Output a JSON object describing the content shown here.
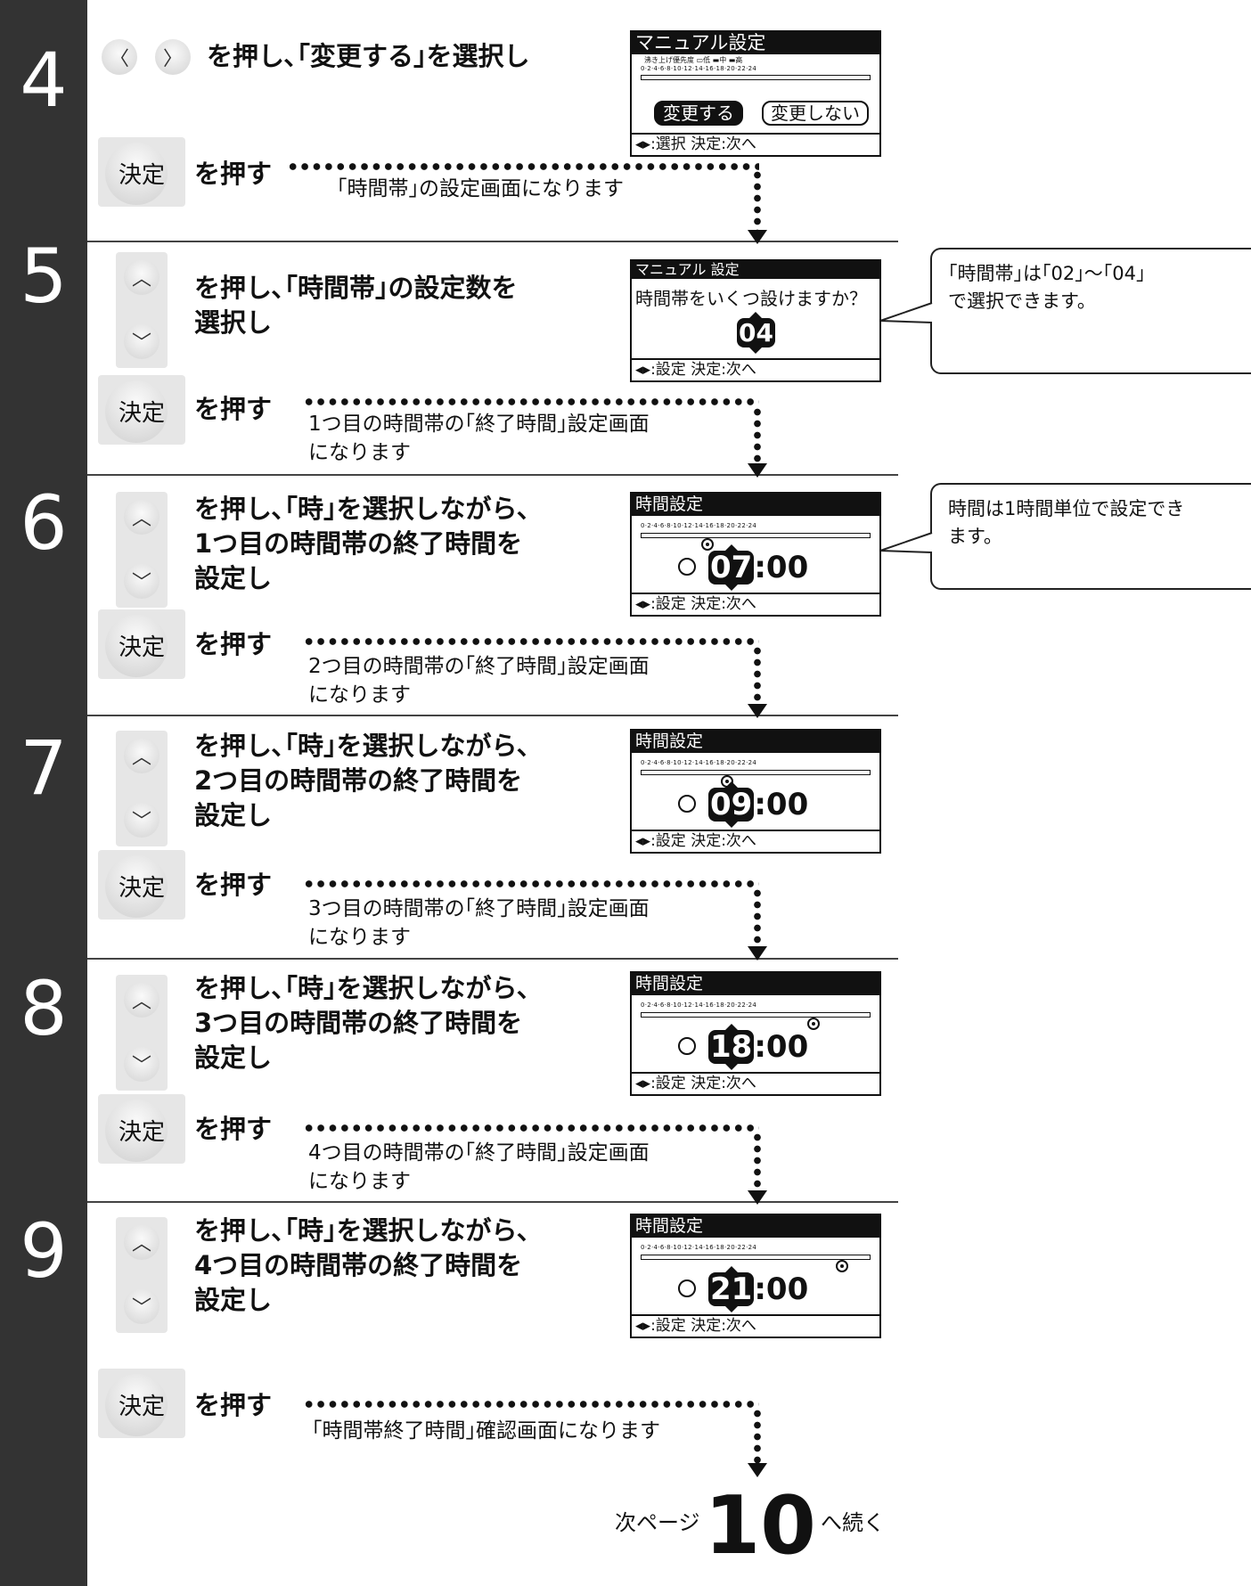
{
  "steps": [
    {
      "number": "4",
      "instruction_lines": [
        "を押し､｢変更する｣を選択し"
      ],
      "press": "を押す",
      "result": "｢時間帯｣の設定画面になります"
    },
    {
      "number": "5",
      "instruction_lines": [
        "を押し､｢時間帯｣の設定数を",
        "選択し"
      ],
      "press": "を押す",
      "result_lines": [
        "1つ目の時間帯の｢終了時間｣設定画面",
        "になります"
      ]
    },
    {
      "number": "6",
      "instruction_lines": [
        "を押し､｢時｣を選択しながら､",
        "1つ目の時間帯の終了時間を",
        "設定し"
      ],
      "press": "を押す",
      "result_lines": [
        "2つ目の時間帯の｢終了時間｣設定画面",
        "になります"
      ]
    },
    {
      "number": "7",
      "instruction_lines": [
        "を押し､｢時｣を選択しながら､",
        "2つ目の時間帯の終了時間を",
        "設定し"
      ],
      "press": "を押す",
      "result_lines": [
        "3つ目の時間帯の｢終了時間｣設定画面",
        "になります"
      ]
    },
    {
      "number": "8",
      "instruction_lines": [
        "を押し､｢時｣を選択しながら､",
        "3つ目の時間帯の終了時間を",
        "設定し"
      ],
      "press": "を押す",
      "result_lines": [
        "4つ目の時間帯の｢終了時間｣設定画面",
        "になります"
      ]
    },
    {
      "number": "9",
      "instruction_lines": [
        "を押し､｢時｣を選択しながら､",
        "4つ目の時間帯の終了時間を",
        "設定し"
      ],
      "press": "を押す",
      "result": "｢時間帯終了時間｣確認画面になります"
    }
  ],
  "keys": {
    "kettei": "決定",
    "left": "〈",
    "right": "〉",
    "up": "︿",
    "down": "﹀"
  },
  "screens": {
    "s4": {
      "title": "マニュアル設定",
      "legend": "沸き上げ優先度 ▭低 ▬中 ▬高",
      "scale": "0·2·4·6·8·10·12·14·16·18·20·22·24",
      "btn_change": "変更する",
      "btn_nochange": "変更しない",
      "footer": "◂▸:選択 決定:次へ"
    },
    "s5": {
      "title": "マニュアル 設定",
      "question": "時間帯をいくつ設けますか？",
      "value": "04",
      "footer": "◂▸:設定 決定:次へ"
    },
    "time": {
      "title": "時間設定",
      "scale": "0·2·4·6·8·10·12·14·16·18·20·22·24",
      "suffix": ":00",
      "footer": "◂▸:設定 決定:次へ"
    },
    "hours": {
      "s6": "07",
      "s7": "09",
      "s8": "18",
      "s9": "21"
    },
    "marker_hours": {
      "s6": 7,
      "s7": 9,
      "s8": 18,
      "s9": 21
    }
  },
  "callouts": {
    "c5": [
      "｢時間帯｣は｢02｣～｢04｣",
      "で選択できます。"
    ],
    "c6": [
      "時間は1時間単位で設定でき",
      "ます。"
    ]
  },
  "continue": {
    "prefix": "次ページ",
    "page": "10",
    "suffix": "へ続く"
  }
}
